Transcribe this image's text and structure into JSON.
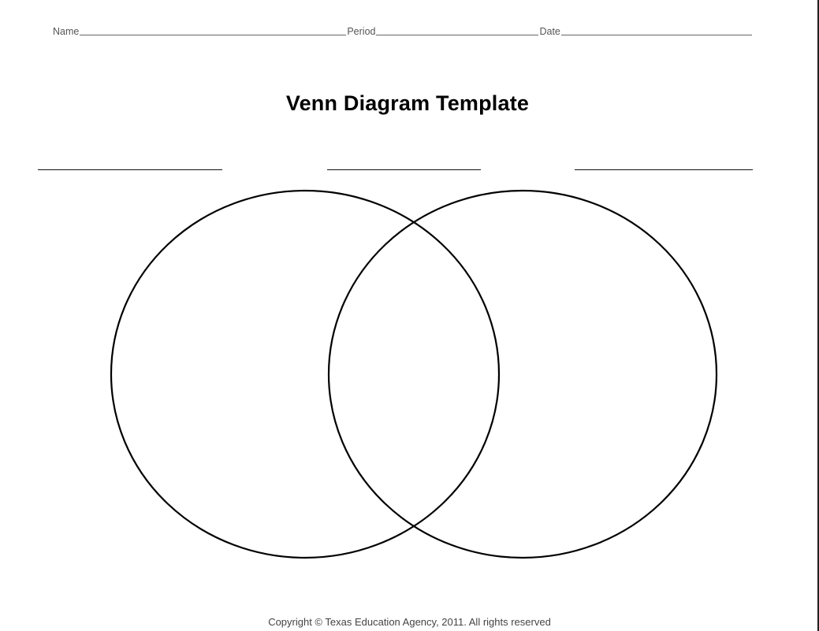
{
  "header": {
    "name_label": "Name",
    "period_label": "Period",
    "date_label": "Date"
  },
  "title": "Venn Diagram Template",
  "footer": {
    "copyright": "Copyright © Texas Education Agency, 2011. All rights reserved"
  },
  "colors": {
    "stroke": "#000000",
    "header_text": "#555555",
    "footer_text": "#444444"
  }
}
